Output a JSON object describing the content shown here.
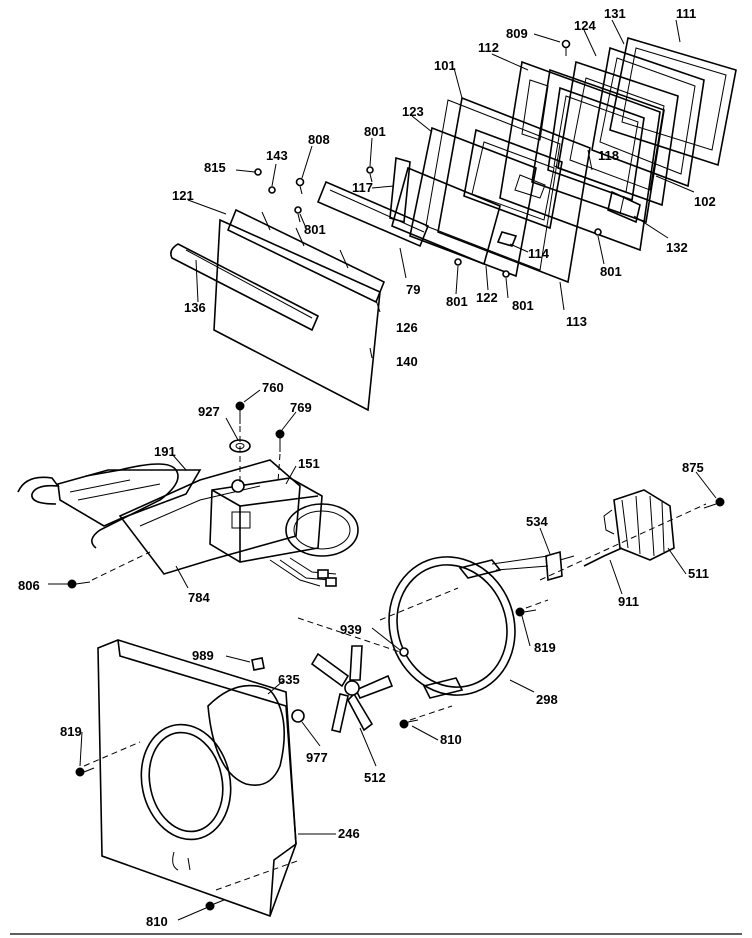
{
  "labels": {
    "l111": "111",
    "l131": "131",
    "l124": "124",
    "l809": "809",
    "l112": "112",
    "l101": "101",
    "l123": "123",
    "l118": "118",
    "l102": "102",
    "l132": "132",
    "l801a": "801",
    "l801b": "801",
    "l801c": "801",
    "l801d": "801",
    "l801e": "801",
    "l808": "808",
    "l815": "815",
    "l143": "143",
    "l117": "117",
    "l121": "121",
    "l114": "114",
    "l79": "79",
    "l122": "122",
    "l113": "113",
    "l136": "136",
    "l126": "126",
    "l140": "140",
    "l760": "760",
    "l927": "927",
    "l769": "769",
    "l191": "191",
    "l151": "151",
    "l875": "875",
    "l534": "534",
    "l511": "511",
    "l806": "806",
    "l784": "784",
    "l911": "911",
    "l939": "939",
    "l819a": "819",
    "l989": "989",
    "l635": "635",
    "l298": "298",
    "l819b": "819",
    "l977": "977",
    "l810a": "810",
    "l512": "512",
    "l246": "246",
    "l810b": "810"
  }
}
